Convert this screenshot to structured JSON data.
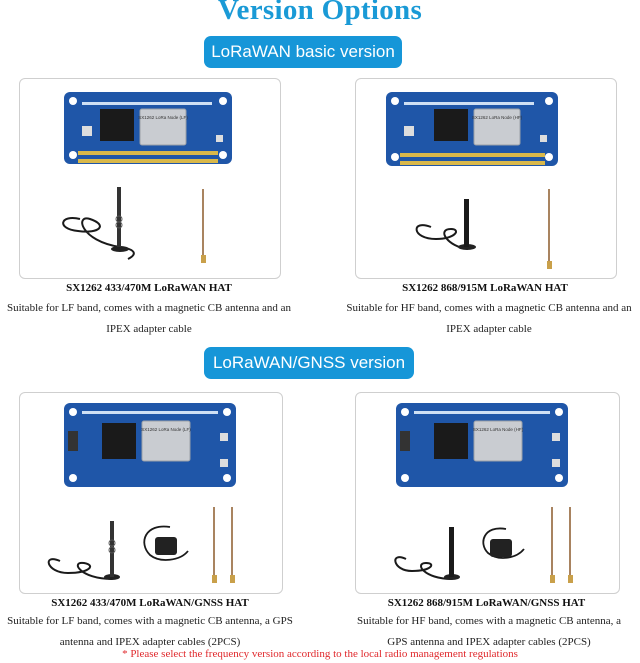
{
  "page": {
    "title": "Version Options",
    "note": "* Please select the frequency version according to the local radio management regulations"
  },
  "sections": [
    {
      "label": "LoRaWAN basic version"
    },
    {
      "label": "LoRaWAN/GNSS version"
    }
  ],
  "products": [
    {
      "name": "SX1262 433/470M LoRaWAN HAT",
      "desc_line1": "Suitable for LF band, comes with a magnetic CB antenna and an",
      "desc_line2": "IPEX adapter cable",
      "module_label": "SX1262 LoRa Node (LF)"
    },
    {
      "name": "SX1262 868/915M LoRaWAN HAT",
      "desc_line1": "Suitable for HF band, comes with a magnetic CB antenna and an",
      "desc_line2": "IPEX adapter cable",
      "module_label": "SX1262 LoRa Node (HF)"
    },
    {
      "name": "SX1262 433/470M LoRaWAN/GNSS HAT",
      "desc_line1": "Suitable for LF band, comes with a magnetic CB antenna, a GPS",
      "desc_line2": "antenna and IPEX adapter cables (2PCS)",
      "module_label": "SX1262 LoRa Node (LF)"
    },
    {
      "name": "SX1262 868/915M LoRaWAN/GNSS HAT",
      "desc_line1": "Suitable for HF band, comes with a magnetic CB antenna, a",
      "desc_line2": "GPS antenna and IPEX adapter cables (2PCS)",
      "module_label": "SX1262 LoRa Node (HF)"
    }
  ],
  "colors": {
    "accent": "#1696d8",
    "board": "#1f56a8",
    "note": "#e0282c"
  }
}
